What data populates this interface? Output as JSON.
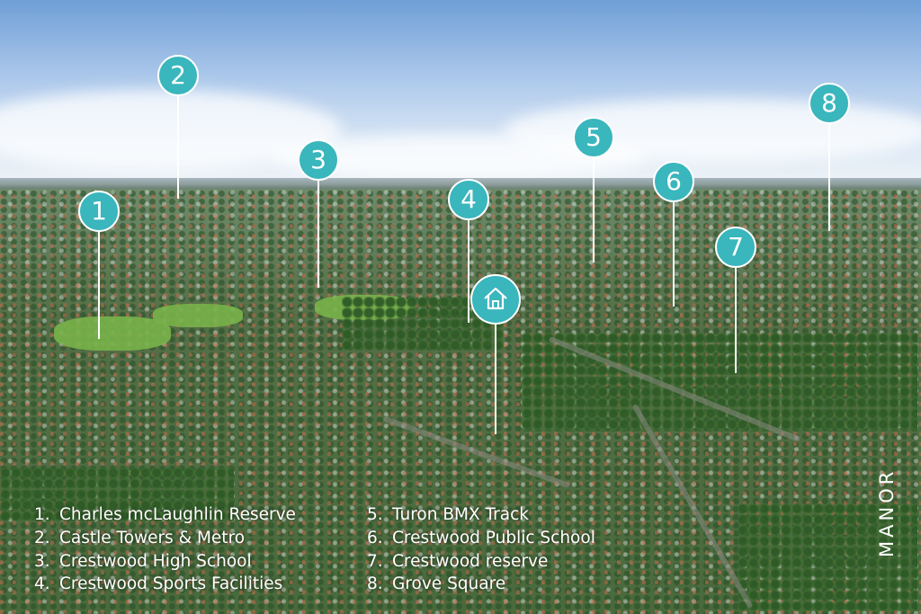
{
  "scene": {
    "description_colors": {
      "pin": "#3ab6bd",
      "pin_border": "#ffffff",
      "legend_text": "#ffffff"
    }
  },
  "markers": [
    {
      "label": "1"
    },
    {
      "label": "2"
    },
    {
      "label": "3"
    },
    {
      "label": "4"
    },
    {
      "label": "5"
    },
    {
      "label": "6"
    },
    {
      "label": "7"
    },
    {
      "label": "8"
    }
  ],
  "home_marker": {
    "icon": "house-icon"
  },
  "legend": {
    "left": [
      {
        "num": "1.",
        "text": "Charles mcLaughlin Reserve"
      },
      {
        "num": "2.",
        "text": "Castle Towers & Metro"
      },
      {
        "num": "3.",
        "text": "Crestwood High School"
      },
      {
        "num": "4.",
        "text": "Crestwood Sports Facilities"
      }
    ],
    "right": [
      {
        "num": "5.",
        "text": "Turon BMX Track"
      },
      {
        "num": "6.",
        "text": "Crestwood Public School"
      },
      {
        "num": "7.",
        "text": "Crestwood reserve"
      },
      {
        "num": "8.",
        "text": "Grove Square"
      }
    ]
  },
  "brand": "MANOR"
}
